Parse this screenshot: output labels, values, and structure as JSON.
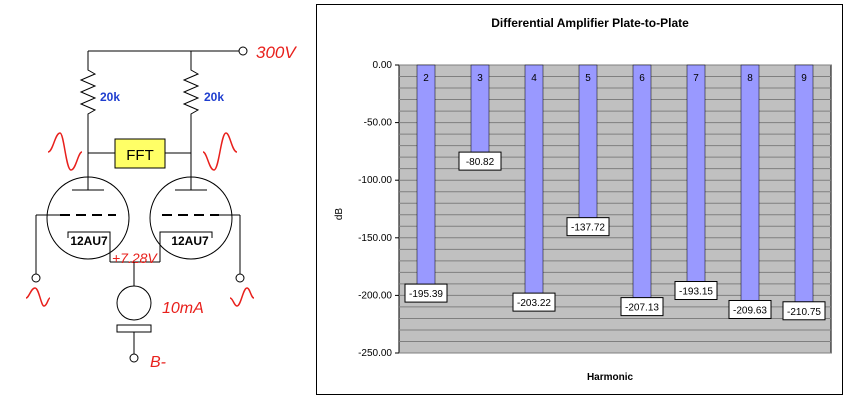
{
  "schematic": {
    "supply_label": "300V",
    "resistor_left_label": "20k",
    "resistor_right_label": "20k",
    "fft_label": "FFT",
    "tube_left_label": "12AU7",
    "tube_right_label": "12AU7",
    "cathode_voltage_label": "+7.28V",
    "current_source_label": "10mA",
    "negative_supply_label": "B-",
    "colors": {
      "red": "#e8201c",
      "blue": "#1f3ecf",
      "fft_fill": "#ffff66"
    }
  },
  "chart_data": {
    "type": "bar",
    "title": "Differential Amplifier Plate-to-Plate",
    "xlabel": "Harmonic",
    "ylabel": "dB",
    "categories": [
      "2",
      "3",
      "4",
      "5",
      "6",
      "7",
      "8",
      "9"
    ],
    "values": [
      -195.39,
      -80.82,
      -203.22,
      -137.72,
      -207.13,
      -193.15,
      -209.63,
      -210.75
    ],
    "data_labels": [
      "-195.39",
      "-80.82",
      "-203.22",
      "-137.72",
      "-207.13",
      "-193.15",
      "-209.63",
      "-210.75"
    ],
    "ylim": [
      -250,
      0
    ],
    "yticks": [
      "0.00",
      "-50.00",
      "-100.00",
      "-150.00",
      "-200.00",
      "-250.00"
    ],
    "grid": true,
    "colors": {
      "bar": "#9999ff",
      "plot_bg": "#c0c0c0",
      "gridline": "#7f7f7f"
    }
  }
}
